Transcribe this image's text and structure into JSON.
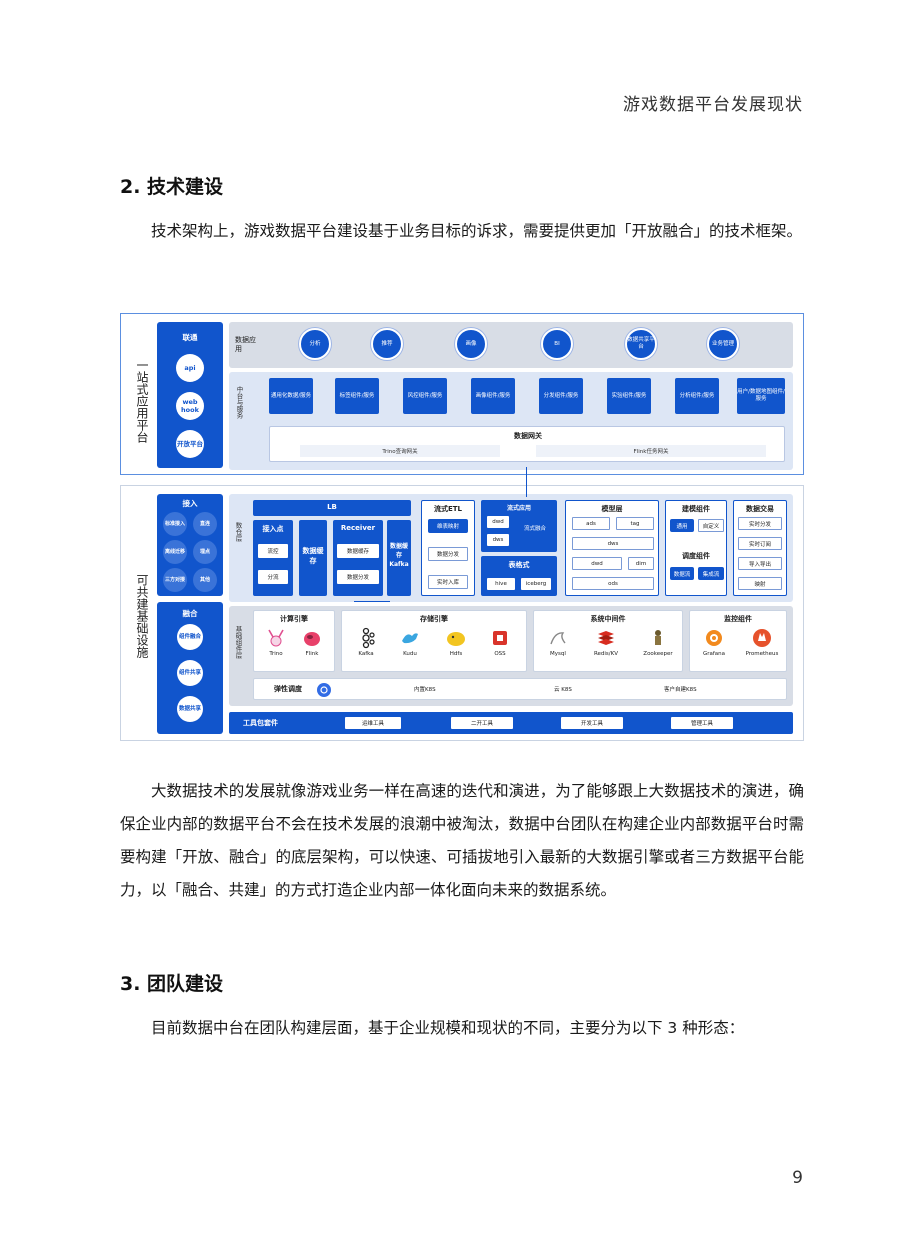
{
  "header": {
    "running_title": "游戏数据平台发展现状"
  },
  "sections": {
    "s2_title": "2. 技术建设",
    "s2_para1": "技术架构上，游戏数据平台建设基于业务目标的诉求，需要提供更加「开放融合」的技术框架。",
    "s2_para2": "大数据技术的发展就像游戏业务一样在高速的迭代和演进，为了能够跟上大数据技术的演进，确保企业内部的数据平台不会在技术发展的浪潮中被淘汰，数据中台团队在构建企业内部数据平台时需要构建「开放、融合」的底层架构，可以快速、可插拔地引入最新的大数据引擎或者三方数据平台能力，以「融合、共建」的方式打造企业内部一体化面向未来的数据系统。",
    "s3_title": "3. 团队建设",
    "s3_para1": "目前数据中台在团队构建层面，基于企业规模和现状的不同，主要分为以下 3 种形态："
  },
  "page_number": "9",
  "figure": {
    "upper_side_label": "一站式应用平台",
    "lower_side_label": "可共建基础设施",
    "connect": {
      "title": "联通",
      "items": [
        "api",
        "web hook",
        "开放平台"
      ]
    },
    "data_app": {
      "label": "数据应用",
      "apps": [
        "分析",
        "推荐",
        "画像",
        "BI",
        "数据共享平台",
        "业务管理"
      ]
    },
    "middle_service": {
      "label": "中台与服务",
      "services": [
        "通用化数据/服务",
        "标签组件/服务",
        "风控组件/服务",
        "画像组件/服务",
        "分发组件/服务",
        "实验组件/服务",
        "分析组件/服务",
        "用户/数据地图组件/服务"
      ],
      "gateway_title": "数据网关",
      "gateway_items": [
        "Trino查询网关",
        "Flink任务网关"
      ]
    },
    "access": {
      "title": "接入",
      "items": [
        "标准接入",
        "直连",
        "离线迁移",
        "埋点",
        "三方对接",
        "其他"
      ]
    },
    "fusion": {
      "title": "融合",
      "items": [
        "组件融合",
        "组件共享",
        "数据共享"
      ]
    },
    "warehouse": {
      "label": "数仓层",
      "lb": "LB",
      "access_point": {
        "title": "接入点",
        "items": [
          "流控",
          "分流"
        ]
      },
      "data_cache_1": "数据缓存",
      "receiver": {
        "title": "Receiver",
        "items": [
          "数据缓存",
          "数据分发"
        ]
      },
      "data_cache_2": "数据缓存 Kafka",
      "stream_etl": {
        "title": "流式ETL",
        "items": [
          "维表映射",
          "数据分发",
          "实时入库"
        ]
      },
      "stream_app": {
        "title": "流式应用",
        "items": [
          "dwd",
          "dws"
        ],
        "merge": "流式融合"
      },
      "table_format": {
        "title": "表格式",
        "items": [
          "hive",
          "iceberg"
        ]
      },
      "model_layer": {
        "title": "模型层",
        "items": [
          "ads",
          "tag",
          "dws",
          "dwd",
          "dim",
          "ods"
        ]
      },
      "modeling": {
        "title": "建模组件",
        "items": [
          "通用",
          "自定义"
        ]
      },
      "scheduling": {
        "title": "调度组件",
        "items": [
          "数据流",
          "集成流"
        ]
      },
      "exchange": {
        "title": "数据交易",
        "items": [
          "实时分发",
          "实时订阅",
          "导入导出",
          "映射"
        ]
      }
    },
    "infra": {
      "label": "基础组件层",
      "compute": {
        "title": "计算引擎",
        "items": [
          "Trino",
          "Flink"
        ]
      },
      "storage": {
        "title": "存储引擎",
        "items": [
          "Kafka",
          "Kudu",
          "Hdfs",
          "OSS"
        ]
      },
      "middleware": {
        "title": "系统中间件",
        "items": [
          "Mysql",
          "Redis/KV",
          "Zookeeper"
        ]
      },
      "monitor": {
        "title": "监控组件",
        "items": [
          "Grafana",
          "Prometheus"
        ]
      },
      "elastic": {
        "title": "弹性调度",
        "items": [
          "内置K8S",
          "云 K8S",
          "客户自建K8S"
        ]
      }
    },
    "toolkit": {
      "title": "工具包套件",
      "items": [
        "运维工具",
        "二开工具",
        "开发工具",
        "管理工具"
      ]
    },
    "colors": {
      "primary": "#1155cc",
      "band": "#d8dde6",
      "frame": "#5b8fe0"
    }
  }
}
